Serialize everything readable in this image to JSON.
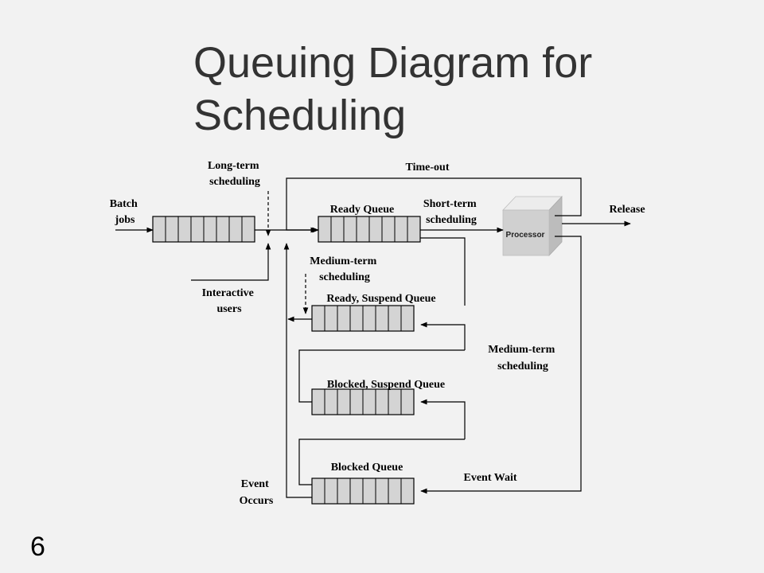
{
  "slide": {
    "title": "Queuing Diagram for Scheduling",
    "number": "6"
  },
  "diagram": {
    "labels": {
      "batch_jobs": [
        "Batch",
        "jobs"
      ],
      "long_term": [
        "Long-term",
        "scheduling"
      ],
      "time_out": "Time-out",
      "ready_queue": "Ready Queue",
      "short_term": [
        "Short-term",
        "scheduling"
      ],
      "processor": "Processor",
      "release": "Release",
      "medium_term_left": [
        "Medium-term",
        "scheduling"
      ],
      "interactive_users": [
        "Interactive",
        "users"
      ],
      "ready_suspend_queue": "Ready, Suspend Queue",
      "medium_term_right": [
        "Medium-term",
        "scheduling"
      ],
      "blocked_suspend_queue": "Blocked, Suspend Queue",
      "blocked_queue": "Blocked Queue",
      "event_wait": "Event Wait",
      "event_occurs": [
        "Event",
        "Occurs"
      ]
    },
    "colors": {
      "queue_fill": "#d4d4d4",
      "processor_front": "#d0d0d0",
      "processor_top": "#ececec",
      "processor_side": "#bcbcbc"
    }
  }
}
